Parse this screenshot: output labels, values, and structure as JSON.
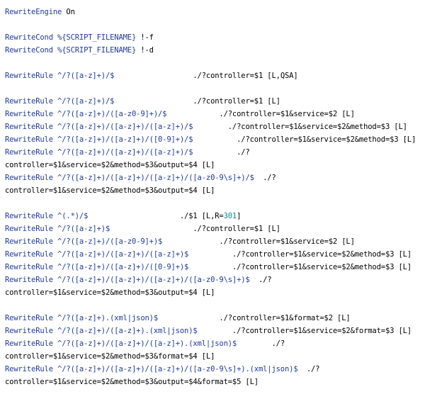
{
  "lines": [
    [
      {
        "t": "RewriteEngine",
        "c": "kw"
      },
      {
        "t": " On",
        "c": "sub"
      }
    ],
    [],
    [
      {
        "t": "RewriteCond",
        "c": "kw"
      },
      {
        "t": " %{SCRIPT_FILENAME}",
        "c": "var"
      },
      {
        "t": " !-f",
        "c": "op"
      }
    ],
    [
      {
        "t": "RewriteCond",
        "c": "kw"
      },
      {
        "t": " %{SCRIPT_FILENAME}",
        "c": "var"
      },
      {
        "t": " !-d",
        "c": "op"
      }
    ],
    [],
    [
      {
        "t": "RewriteRule",
        "c": "kw"
      },
      {
        "t": " ^/?([a-z]+)/$",
        "c": "rx"
      },
      {
        "t": "                  ./?controller=$1",
        "c": "sub"
      },
      {
        "t": " [L,QSA]",
        "c": "flag"
      }
    ],
    [],
    [
      {
        "t": "RewriteRule",
        "c": "kw"
      },
      {
        "t": " ^/?([a-z]+)/$",
        "c": "rx"
      },
      {
        "t": "                  ./?controller=$1",
        "c": "sub"
      },
      {
        "t": " [L]",
        "c": "flag"
      }
    ],
    [
      {
        "t": "RewriteRule",
        "c": "kw"
      },
      {
        "t": " ^/?([a-z]+)/([a-z0-9]+)/$",
        "c": "rx"
      },
      {
        "t": "            ./?controller=$1&service=$2",
        "c": "sub"
      },
      {
        "t": " [L]",
        "c": "flag"
      }
    ],
    [
      {
        "t": "RewriteRule",
        "c": "kw"
      },
      {
        "t": " ^/?([a-z]+)/([a-z]+)/([a-z]+)/$",
        "c": "rx"
      },
      {
        "t": "        ./?controller=$1&service=$2&method=$3",
        "c": "sub"
      },
      {
        "t": " [L]",
        "c": "flag"
      }
    ],
    [
      {
        "t": "RewriteRule",
        "c": "kw"
      },
      {
        "t": " ^/?([a-z]+)/([a-z]+)/([0-9]+)/$",
        "c": "rx"
      },
      {
        "t": "          ./?controller=$1&service=$2&method=$3",
        "c": "sub"
      },
      {
        "t": " [L]",
        "c": "flag"
      }
    ],
    [
      {
        "t": "RewriteRule",
        "c": "kw"
      },
      {
        "t": " ^/?([a-z]+)/([a-z]+)/([a-z]+)/$",
        "c": "rx"
      },
      {
        "t": "          ./?",
        "c": "sub"
      }
    ],
    [
      {
        "t": "controller=$1&service=$2&method=$3&output=$4",
        "c": "sub"
      },
      {
        "t": " [L]",
        "c": "flag"
      }
    ],
    [
      {
        "t": "RewriteRule",
        "c": "kw"
      },
      {
        "t": " ^/?([a-z]+)/([a-z]+)/([a-z]+)/([a-z0-9\\s]+)/$",
        "c": "rx"
      },
      {
        "t": "  ./?",
        "c": "sub"
      }
    ],
    [
      {
        "t": "controller=$1&service=$2&method=$3&output=$4",
        "c": "sub"
      },
      {
        "t": " [L]",
        "c": "flag"
      }
    ],
    [],
    [
      {
        "t": "RewriteRule",
        "c": "kw"
      },
      {
        "t": " ^(.*)/$",
        "c": "rx"
      },
      {
        "t": "                     ./$1",
        "c": "sub"
      },
      {
        "t": " [L,R=",
        "c": "flag"
      },
      {
        "t": "301",
        "c": "num"
      },
      {
        "t": "]",
        "c": "flag"
      }
    ],
    [
      {
        "t": "RewriteRule",
        "c": "kw"
      },
      {
        "t": " ^/?([a-z]+)$",
        "c": "rx"
      },
      {
        "t": "                   ./?controller=$1",
        "c": "sub"
      },
      {
        "t": " [L]",
        "c": "flag"
      }
    ],
    [
      {
        "t": "RewriteRule",
        "c": "kw"
      },
      {
        "t": " ^/?([a-z]+)/([a-z0-9]+)$",
        "c": "rx"
      },
      {
        "t": "             ./?controller=$1&service=$2",
        "c": "sub"
      },
      {
        "t": " [L]",
        "c": "flag"
      }
    ],
    [
      {
        "t": "RewriteRule",
        "c": "kw"
      },
      {
        "t": " ^/?([a-z]+)/([a-z]+)/([a-z]+)$",
        "c": "rx"
      },
      {
        "t": "          ./?controller=$1&service=$2&method=$3",
        "c": "sub"
      },
      {
        "t": " [L]",
        "c": "flag"
      }
    ],
    [
      {
        "t": "RewriteRule",
        "c": "kw"
      },
      {
        "t": " ^/?([a-z]+)/([a-z]+)/([0-9]+)$",
        "c": "rx"
      },
      {
        "t": "          ./?controller=$1&service=$2&method=$3",
        "c": "sub"
      },
      {
        "t": " [L]",
        "c": "flag"
      }
    ],
    [
      {
        "t": "RewriteRule",
        "c": "kw"
      },
      {
        "t": " ^/?([a-z]+)/([a-z]+)/([a-z]+)/([a-z0-9\\s]+)$",
        "c": "rx"
      },
      {
        "t": "  ./?",
        "c": "sub"
      }
    ],
    [
      {
        "t": "controller=$1&service=$2&method=$3&output=$4",
        "c": "sub"
      },
      {
        "t": " [L]",
        "c": "flag"
      }
    ],
    [],
    [
      {
        "t": "RewriteRule",
        "c": "kw"
      },
      {
        "t": " ^/?([a-z]+).(xml|json)$",
        "c": "rx"
      },
      {
        "t": "              ./?controller=$1&format=$2",
        "c": "sub"
      },
      {
        "t": " [L]",
        "c": "flag"
      }
    ],
    [
      {
        "t": "RewriteRule",
        "c": "kw"
      },
      {
        "t": " ^/?([a-z]+)/([a-z]+).(xml|json)$",
        "c": "rx"
      },
      {
        "t": "        ./?controller=$1&service=$2&format=$3",
        "c": "sub"
      },
      {
        "t": " [L]",
        "c": "flag"
      }
    ],
    [
      {
        "t": "RewriteRule",
        "c": "kw"
      },
      {
        "t": " ^/?([a-z]+)/([a-z]+)/([a-z]+).(xml|json)$",
        "c": "rx"
      },
      {
        "t": "        ./?",
        "c": "sub"
      }
    ],
    [
      {
        "t": "controller=$1&service=$2&method=$3&format=$4",
        "c": "sub"
      },
      {
        "t": " [L]",
        "c": "flag"
      }
    ],
    [
      {
        "t": "RewriteRule",
        "c": "kw"
      },
      {
        "t": " ^/?([a-z]+)/([a-z]+)/([a-z]+)/([a-z0-9\\s]+).(xml|json)$",
        "c": "rx"
      },
      {
        "t": "  ./?",
        "c": "sub"
      }
    ],
    [
      {
        "t": "controller=$1&service=$2&method=$3&output=$4&format=$5",
        "c": "sub"
      },
      {
        "t": " [L]",
        "c": "flag"
      }
    ]
  ]
}
